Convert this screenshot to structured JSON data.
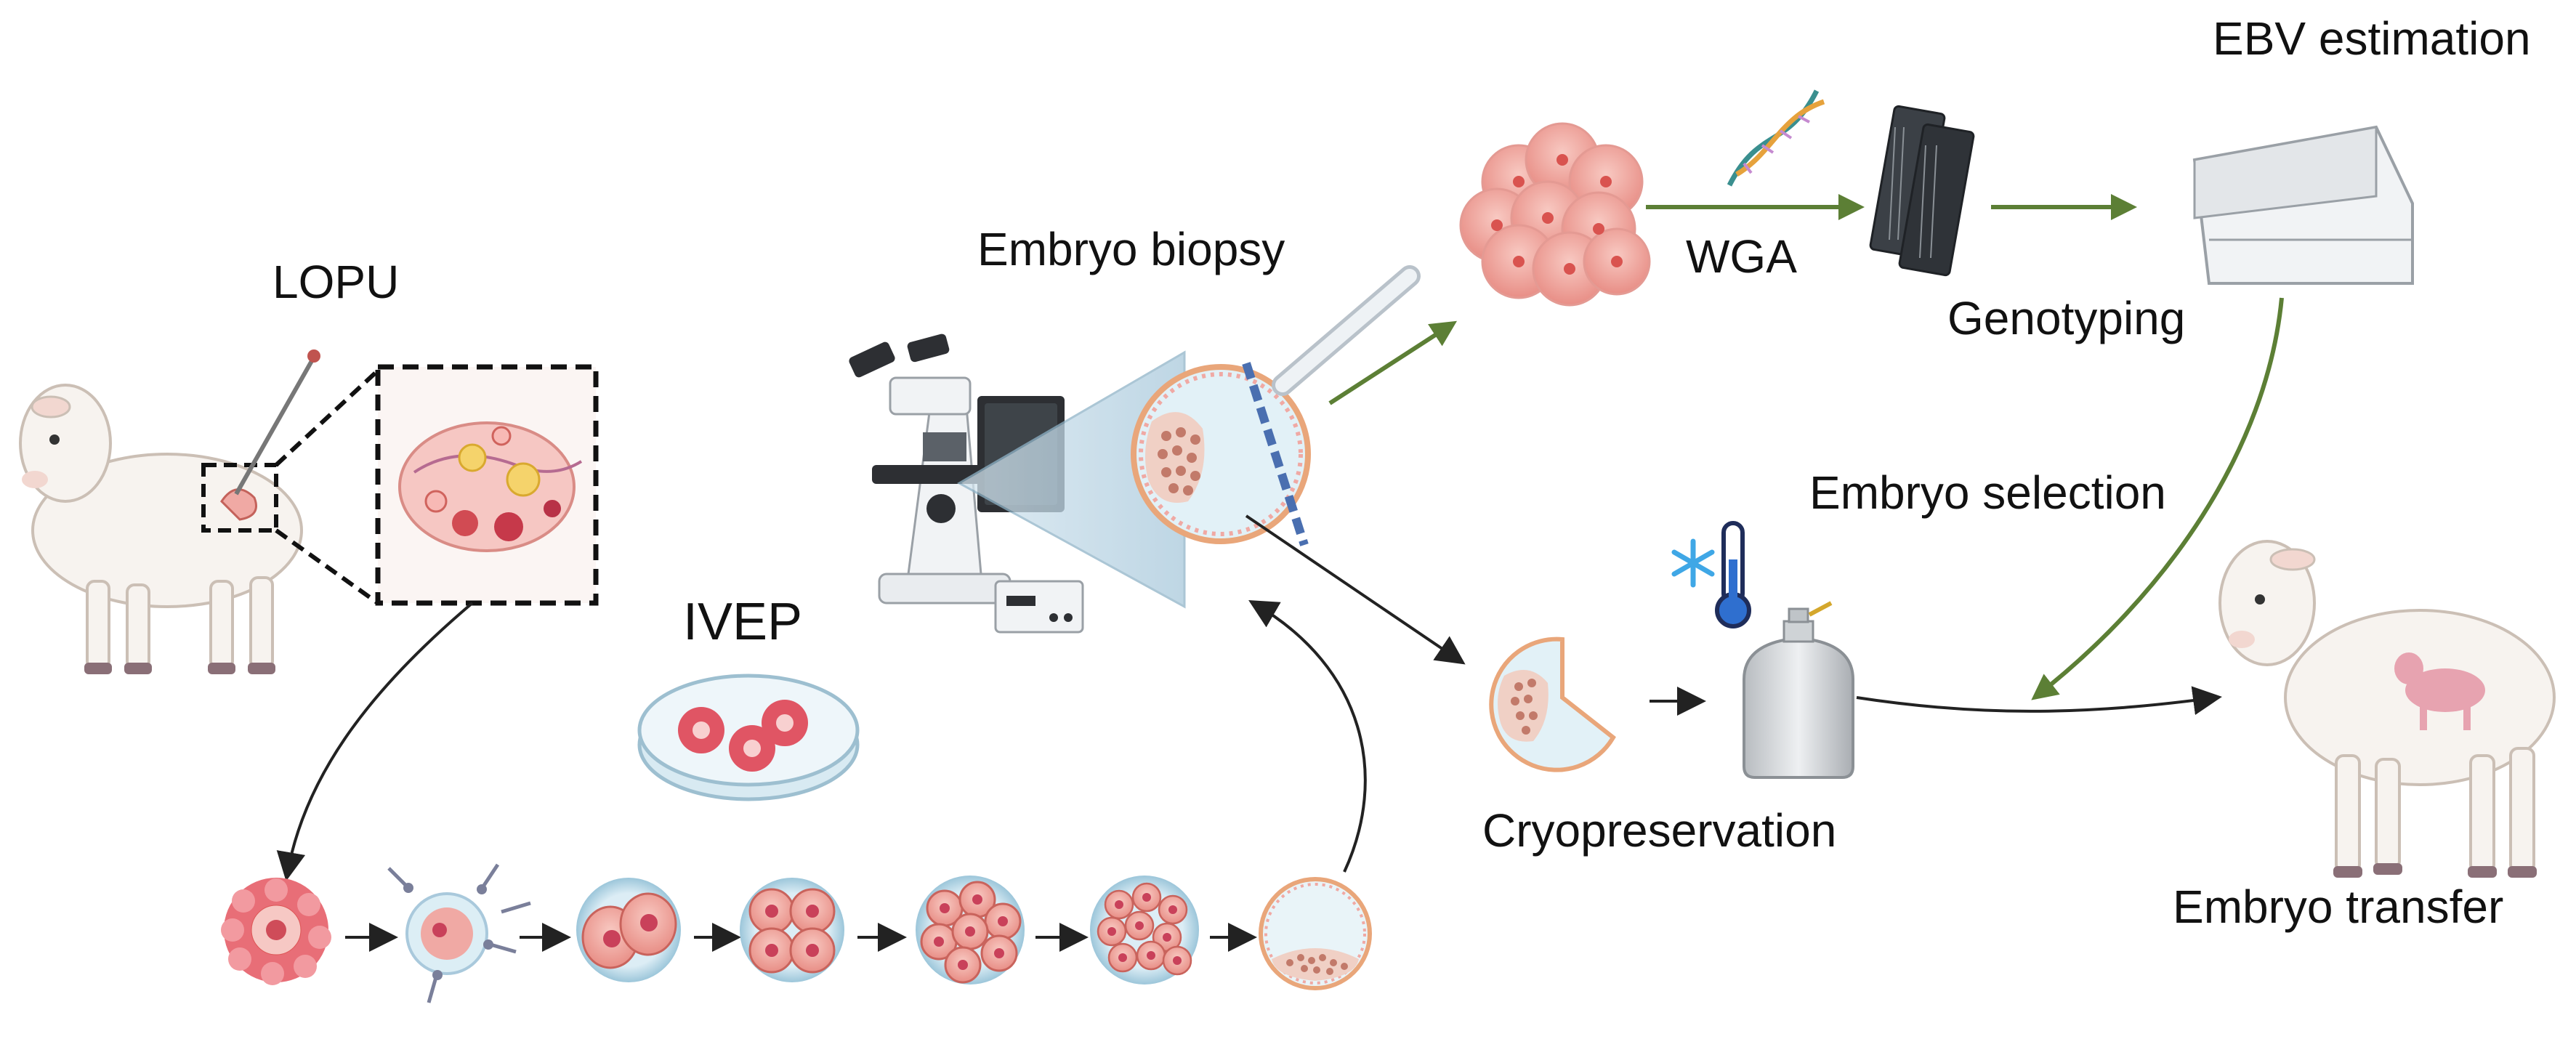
{
  "labels": {
    "lopu": "LOPU",
    "ivep": "IVEP",
    "embryo_biopsy": "Embryo biopsy",
    "wga": "WGA",
    "genotyping": "Genotyping",
    "ebv_estimation": "EBV estimation",
    "embryo_selection": "Embryo selection",
    "cryopreservation": "Cryopreservation",
    "embryo_transfer": "Embryo transfer"
  },
  "colors": {
    "green_arrow": "#5c7f35",
    "black_arrow": "#222222",
    "embryo_pink": "#f0a9a4",
    "embryo_red": "#d9534f",
    "blastocyst_fluid": "#cfe9f0",
    "zona_ring": "#e9a67a",
    "light_cone": "#bcd6e6",
    "sheep_body": "#f7f3ef"
  },
  "icons": [
    "sheep-donor-icon",
    "ovary-icon",
    "oocyte-collection-needle-icon",
    "petri-dish-icon",
    "microscope-icon",
    "blastocyst-biopsy-icon",
    "biopsied-cells-icon",
    "dna-helix-icon",
    "genotyping-chip-icon",
    "sequencer-icon",
    "liquid-nitrogen-tank-icon",
    "snowflake-icon",
    "thermometer-icon",
    "sheep-recipient-icon"
  ],
  "development_stages": [
    "cumulus-oocyte-complex",
    "fertilization",
    "2-cell",
    "4-cell",
    "8-cell",
    "morula",
    "blastocyst"
  ]
}
